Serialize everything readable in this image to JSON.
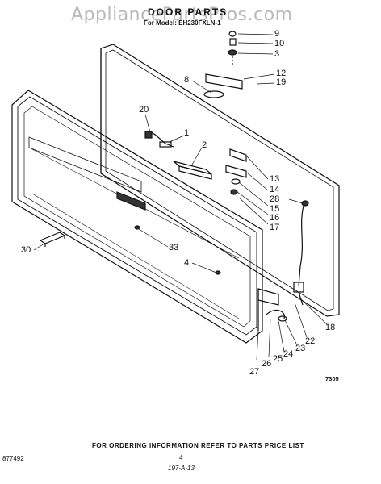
{
  "watermark": "AppliancePartsPros.com",
  "header": {
    "title": "DOOR PARTS",
    "model": "For Model: EH230FXLN-1"
  },
  "drawing_number": "7305",
  "footer": {
    "instruction": "FOR ORDERING INFORMATION REFER TO PARTS PRICE LIST",
    "page": "4",
    "code_left": "877492",
    "code_bottom": "197-A-13"
  },
  "callouts": [
    "9",
    "10",
    "3",
    "12",
    "19",
    "8",
    "20",
    "1",
    "2",
    "13",
    "14",
    "28",
    "15",
    "16",
    "17",
    "30",
    "33",
    "4",
    "18",
    "22",
    "23",
    "24",
    "25",
    "26",
    "27"
  ]
}
